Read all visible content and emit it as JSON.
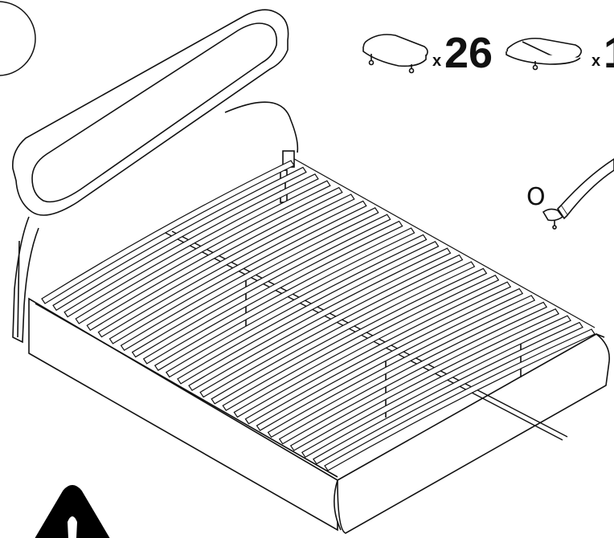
{
  "parts": {
    "slat_cap_single": {
      "icon": "slat-end-cap-icon",
      "prefix": "x",
      "quantity": "26"
    },
    "slat_cap_double": {
      "icon": "slat-center-cap-icon",
      "prefix": "x",
      "quantity": "1"
    }
  },
  "detail": {
    "label": "O"
  },
  "warning": {
    "icon": "warning-triangle-icon"
  },
  "colors": {
    "ink": "#111111",
    "paper": "#ffffff"
  }
}
